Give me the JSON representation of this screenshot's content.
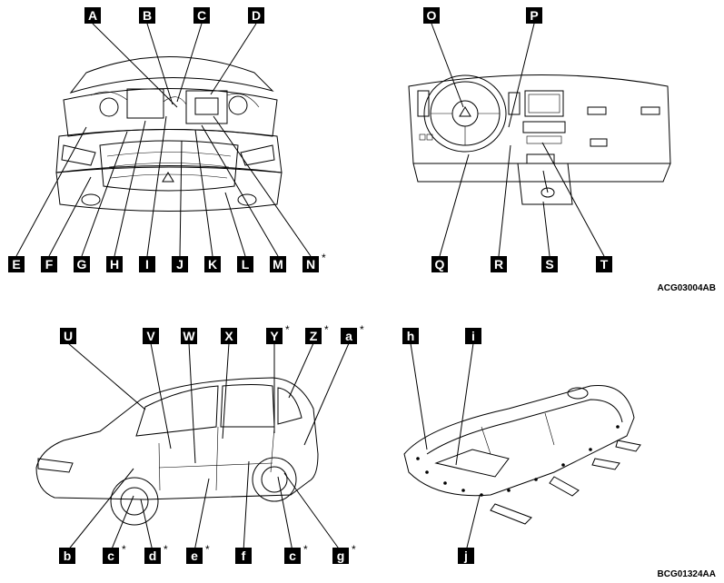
{
  "figure_codes": {
    "top": "ACG03004AB",
    "bottom": "BCG01324AA"
  },
  "engine_bay": {
    "top_labels": [
      "A",
      "B",
      "C",
      "D"
    ],
    "bottom_labels": [
      "E",
      "F",
      "G",
      "H",
      "I",
      "J",
      "K",
      "L",
      "M",
      "N"
    ],
    "starred": [
      "N"
    ]
  },
  "dashboard": {
    "top_labels": [
      "O",
      "P"
    ],
    "bottom_labels": [
      "Q",
      "R",
      "S",
      "T"
    ]
  },
  "vehicle_side": {
    "top_labels": [
      "U",
      "V",
      "W",
      "X",
      "Y",
      "Z",
      "a"
    ],
    "bottom_labels": [
      "b",
      "c",
      "d",
      "e",
      "f",
      "c",
      "g"
    ],
    "starred_top": [
      "Y",
      "Z",
      "a"
    ],
    "starred_bottom": [
      "c",
      "d",
      "e",
      "c",
      "g"
    ]
  },
  "battery_pack": {
    "top_labels": [
      "h",
      "i"
    ],
    "bottom_labels": [
      "j"
    ]
  },
  "star_symbol": "*"
}
